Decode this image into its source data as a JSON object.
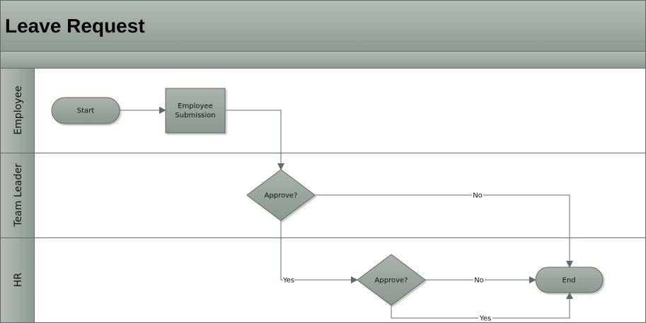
{
  "title": "Leave Request",
  "lanes": [
    {
      "label": "Employee"
    },
    {
      "label": "Team Leader"
    },
    {
      "label": "HR"
    }
  ],
  "shapes": {
    "start": "Start",
    "submission_line1": "Employee",
    "submission_line2": "Submission",
    "tl_approve": "Approve?",
    "hr_approve": "Approve?",
    "end": "End"
  },
  "connectors": {
    "tl_no": "No",
    "tl_yes": "Yes",
    "hr_no": "No",
    "hr_yes": "Yes"
  },
  "colors": {
    "header_top": "#b4bcb4",
    "header_bottom": "#8c9a8f",
    "shape_fill": "#93a096",
    "line": "#5f6d66"
  }
}
